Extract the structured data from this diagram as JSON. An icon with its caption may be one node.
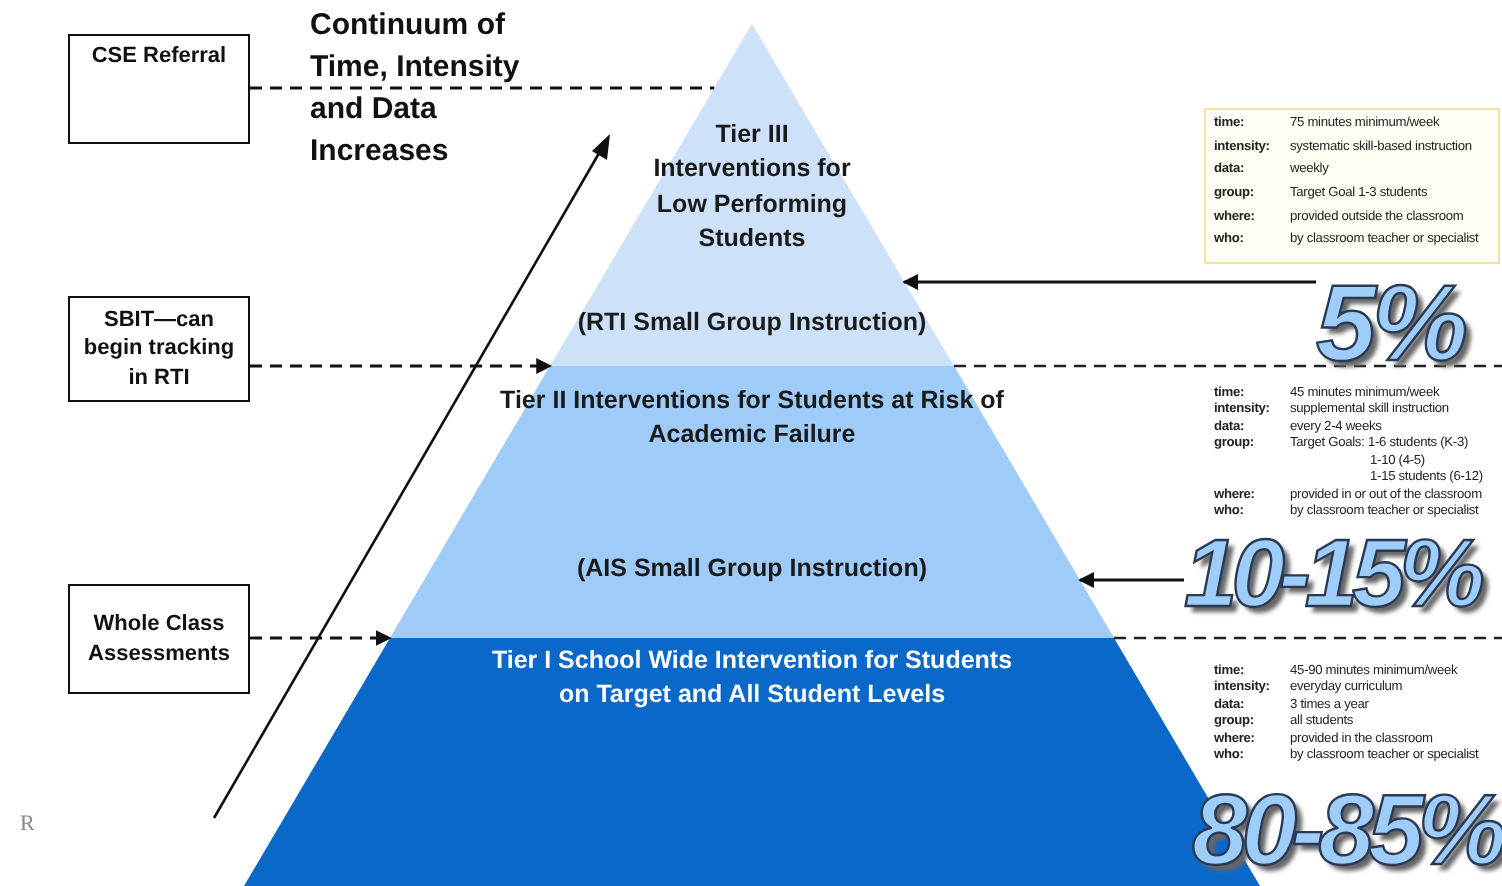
{
  "diagram": {
    "nodes": [
      {
        "text": [
          "CSE Referral"
        ]
      },
      {
        "text": [
          "SBIT—can begin tracking in RTI"
        ]
      },
      {
        "text": [
          "Whole Class Assessments"
        ]
      },
      {
        "text": [
          "Tier III Interventions for Low Performing Students",
          "(RTI Small Group Instruction)"
        ]
      },
      {
        "text": [
          "Tier II Interventions for Students at Risk of Academic Failure",
          "(AIS Small Group Instruction)"
        ]
      },
      {
        "text": [
          "Tier I School Wide Intervention for Students on Target and All Student Levels"
        ]
      },
      {
        "text": [
          "time:",
          "75 minutes minimum/week",
          "intensity:",
          "systematic skill-based instruction",
          "data:",
          "weekly",
          "group:",
          "Target Goal 1-3 students",
          "where:",
          "provided outside the classroom",
          "who:",
          "by classroom teacher or specialist"
        ]
      },
      {
        "text": [
          "5%"
        ]
      },
      {
        "text": [
          "time:",
          "45 minutes minimum/week",
          "intensity:",
          "supplemental skill instruction",
          "data:",
          "every 2-4 weeks",
          "group:",
          "Target Goals: 1-6 students (K-3)",
          "1-10 (4-5)",
          "1-15 students (6-12)",
          "where:",
          "provided in or out of the classroom",
          "who:",
          "by classroom teacher or specialist"
        ]
      },
      {
        "text": [
          "10-15%"
        ]
      },
      {
        "text": [
          "time:",
          "45-90 minutes minimum/week",
          "intensity:",
          "everyday curriculum",
          "data:",
          "3 times a year",
          "group:",
          "all students",
          "where:",
          "provided in the classroom",
          "who:",
          "by classroom teacher or specialist"
        ]
      },
      {
        "text": [
          "80-85%"
        ]
      }
    ],
    "edges": [
      {
        "from": 0,
        "to": 3,
        "arrow": "none",
        "style": "dashed"
      },
      {
        "from": 1,
        "to": 4,
        "arrow": "to",
        "style": "dashed"
      },
      {
        "from": 2,
        "to": 5,
        "arrow": "to",
        "style": "dashed"
      },
      {
        "from": 7,
        "to": 3,
        "arrow": "to"
      },
      {
        "from": 9,
        "to": 4,
        "arrow": "to"
      }
    ],
    "labels": [
      "Continuum of Time, Intensity and Data Increases",
      "R"
    ]
  }
}
